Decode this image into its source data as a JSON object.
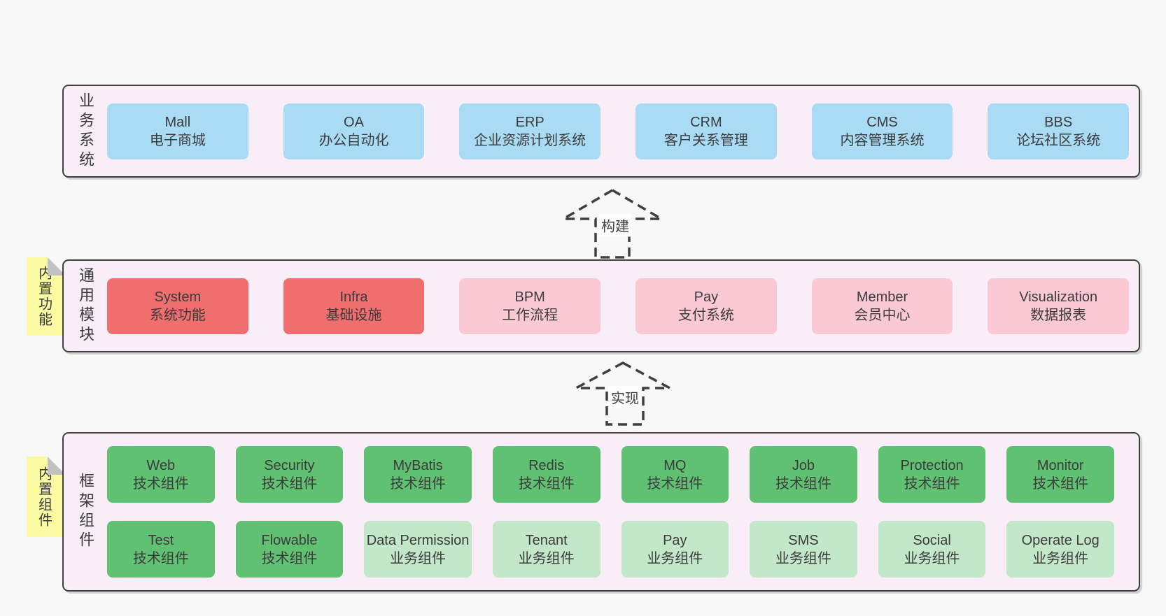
{
  "diagram": {
    "background": "#f8f8f8",
    "colors": {
      "section_bg": "#f9eef8",
      "section_border": "#3f3f3f",
      "blue_box": "#a9dbf4",
      "red_box": "#f06e6e",
      "pink_box": "#fbc9d3",
      "green_box": "#61c173",
      "light_green_box": "#c2e7c9",
      "note_yellow": "#fafba3",
      "note_fold_gray": "#c2c2c2",
      "text": "#3b3b3b"
    },
    "arrows": [
      {
        "label": "构建"
      },
      {
        "label": "实现"
      }
    ],
    "sections": [
      {
        "id": "business-systems",
        "side_label": "业务系统",
        "rows": [
          [
            {
              "title": "Mall",
              "subtitle": "电子商城",
              "variant": "blue"
            },
            {
              "title": "OA",
              "subtitle": "办公自动化",
              "variant": "blue"
            },
            {
              "title": "ERP",
              "subtitle": "企业资源计划系统",
              "variant": "blue"
            },
            {
              "title": "CRM",
              "subtitle": "客户关系管理",
              "variant": "blue"
            },
            {
              "title": "CMS",
              "subtitle": "内容管理系统",
              "variant": "blue"
            },
            {
              "title": "BBS",
              "subtitle": "论坛社区系统",
              "variant": "blue"
            }
          ]
        ]
      },
      {
        "id": "common-modules",
        "side_label": "通用模块",
        "note": "内置功能",
        "rows": [
          [
            {
              "title": "System",
              "subtitle": "系统功能",
              "variant": "red"
            },
            {
              "title": "Infra",
              "subtitle": "基础设施",
              "variant": "red"
            },
            {
              "title": "BPM",
              "subtitle": "工作流程",
              "variant": "pink"
            },
            {
              "title": "Pay",
              "subtitle": "支付系统",
              "variant": "pink"
            },
            {
              "title": "Member",
              "subtitle": "会员中心",
              "variant": "pink"
            },
            {
              "title": "Visualization",
              "subtitle": "数据报表",
              "variant": "pink"
            }
          ]
        ]
      },
      {
        "id": "framework-components",
        "side_label": "框架组件",
        "note": "内置组件",
        "rows": [
          [
            {
              "title": "Web",
              "subtitle": "技术组件",
              "variant": "green"
            },
            {
              "title": "Security",
              "subtitle": "技术组件",
              "variant": "green"
            },
            {
              "title": "MyBatis",
              "subtitle": "技术组件",
              "variant": "green"
            },
            {
              "title": "Redis",
              "subtitle": "技术组件",
              "variant": "green"
            },
            {
              "title": "MQ",
              "subtitle": "技术组件",
              "variant": "green"
            },
            {
              "title": "Job",
              "subtitle": "技术组件",
              "variant": "green"
            },
            {
              "title": "Protection",
              "subtitle": "技术组件",
              "variant": "green"
            },
            {
              "title": "Monitor",
              "subtitle": "技术组件",
              "variant": "green"
            }
          ],
          [
            {
              "title": "Test",
              "subtitle": "技术组件",
              "variant": "green"
            },
            {
              "title": "Flowable",
              "subtitle": "技术组件",
              "variant": "green"
            },
            {
              "title": "Data Permission",
              "subtitle": "业务组件",
              "variant": "lightgreen"
            },
            {
              "title": "Tenant",
              "subtitle": "业务组件",
              "variant": "lightgreen"
            },
            {
              "title": "Pay",
              "subtitle": "业务组件",
              "variant": "lightgreen"
            },
            {
              "title": "SMS",
              "subtitle": "业务组件",
              "variant": "lightgreen"
            },
            {
              "title": "Social",
              "subtitle": "业务组件",
              "variant": "lightgreen"
            },
            {
              "title": "Operate Log",
              "subtitle": "业务组件",
              "variant": "lightgreen"
            }
          ]
        ]
      }
    ]
  }
}
